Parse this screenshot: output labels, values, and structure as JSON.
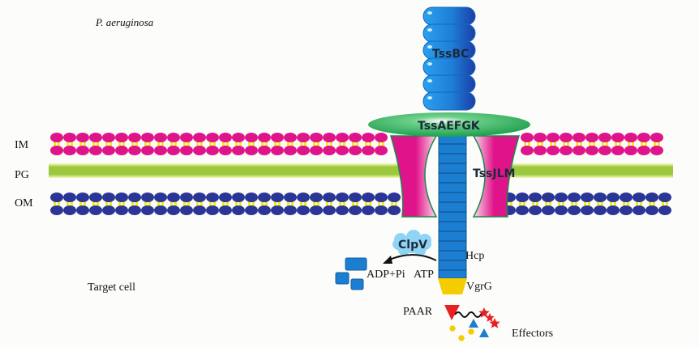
{
  "organism_label": "P. aeruginosa",
  "target_label": "Target cell",
  "membranes": {
    "inner": "IM",
    "peptidoglycan": "PG",
    "outer": "OM"
  },
  "proteins": {
    "sheath": "TssBC",
    "baseplate": "TssAEFGK",
    "membrane_complex": "TssJLM",
    "atpase": "ClpV"
  },
  "labels": {
    "tube": "Hcp",
    "spike": "VgrG",
    "tip": "PAAR",
    "effectors": "Effectors",
    "adp": "ADP+Pi",
    "atp": "ATP"
  },
  "colors": {
    "inner_head": "#e0148a",
    "outer_head": "#2a3596",
    "tail": "#f2ee1c",
    "pg": "#9bc83c",
    "sheath": "#1e88d8",
    "baseplate": "#1e9a4a",
    "membrane_complex": "#e0148a",
    "tube": "#1b7ed0",
    "spike": "#f5cc00",
    "paar": "#e82020",
    "clpv": "#8fd4f5"
  }
}
